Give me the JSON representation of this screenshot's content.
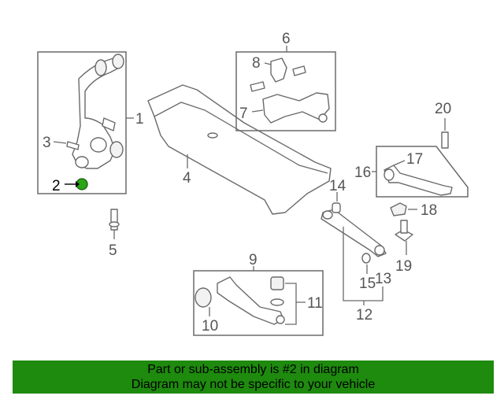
{
  "colors": {
    "highlight": "#2aa516",
    "banner": "#1e8a0e",
    "line": "#6a6a6a"
  },
  "callouts": {
    "c1": "1",
    "c2": "2",
    "c3": "3",
    "c4": "4",
    "c5": "5",
    "c6": "6",
    "c7": "7",
    "c8": "8",
    "c9": "9",
    "c10": "10",
    "c11": "11",
    "c12": "12",
    "c13": "13",
    "c14": "14",
    "c15": "15",
    "c16": "16",
    "c17": "17",
    "c18": "18",
    "c19": "19",
    "c20": "20"
  },
  "banner": {
    "line1": "Part or sub-assembly is #2 in diagram",
    "line2": "Diagram may not be specific to your vehicle"
  }
}
